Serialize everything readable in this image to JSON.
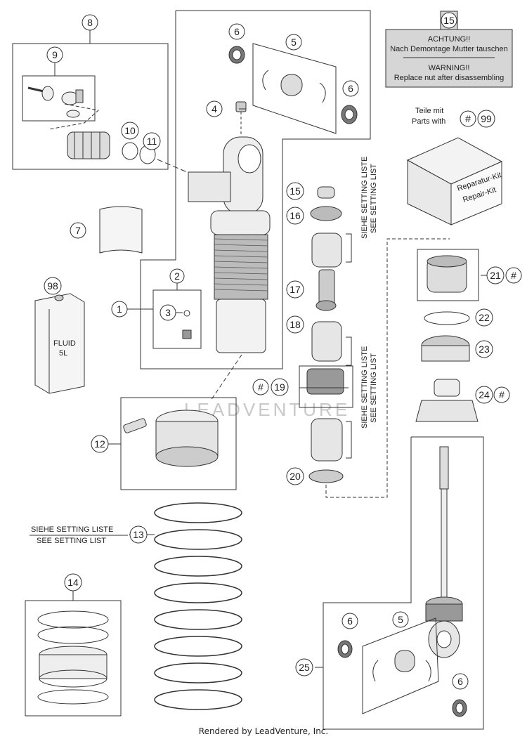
{
  "callouts": {
    "c1": "1",
    "c2": "2",
    "c3": "3",
    "c4": "4",
    "c5": "5",
    "c6a": "6",
    "c6b": "6",
    "c7": "7",
    "c8": "8",
    "c9": "9",
    "c10": "10",
    "c11": "11",
    "c12": "12",
    "c13": "13",
    "c14": "14",
    "c15": "15",
    "c15b": "15",
    "c16": "16",
    "c17": "17",
    "c18": "18",
    "c19": "19",
    "c20": "20",
    "c21": "21",
    "c22": "22",
    "c23": "23",
    "c24": "24",
    "c25": "25",
    "c5b": "5",
    "c6c": "6",
    "c6d": "6",
    "c98": "98",
    "c99": "99",
    "h1": "#",
    "h19": "#",
    "h21": "#",
    "h24": "#"
  },
  "notice": {
    "line1": "ACHTUNG!!",
    "line2": "Nach Demontage Mutter tauschen",
    "line3": "WARNING!!",
    "line4": "Replace nut after disassembling"
  },
  "parts_with": {
    "de": "Teile mit",
    "en": "Parts with"
  },
  "repair_kit": {
    "de": "Reparatur-Kit",
    "en": "Repair-Kit"
  },
  "fluid": {
    "line1": "FLUID",
    "line2": "5L"
  },
  "setting_list": {
    "de": "SIEHE SETTING LISTE",
    "en": "SEE SETTING LIST"
  },
  "watermark": "LEADVENTURE",
  "footer": "Rendered by LeadVenture, Inc."
}
